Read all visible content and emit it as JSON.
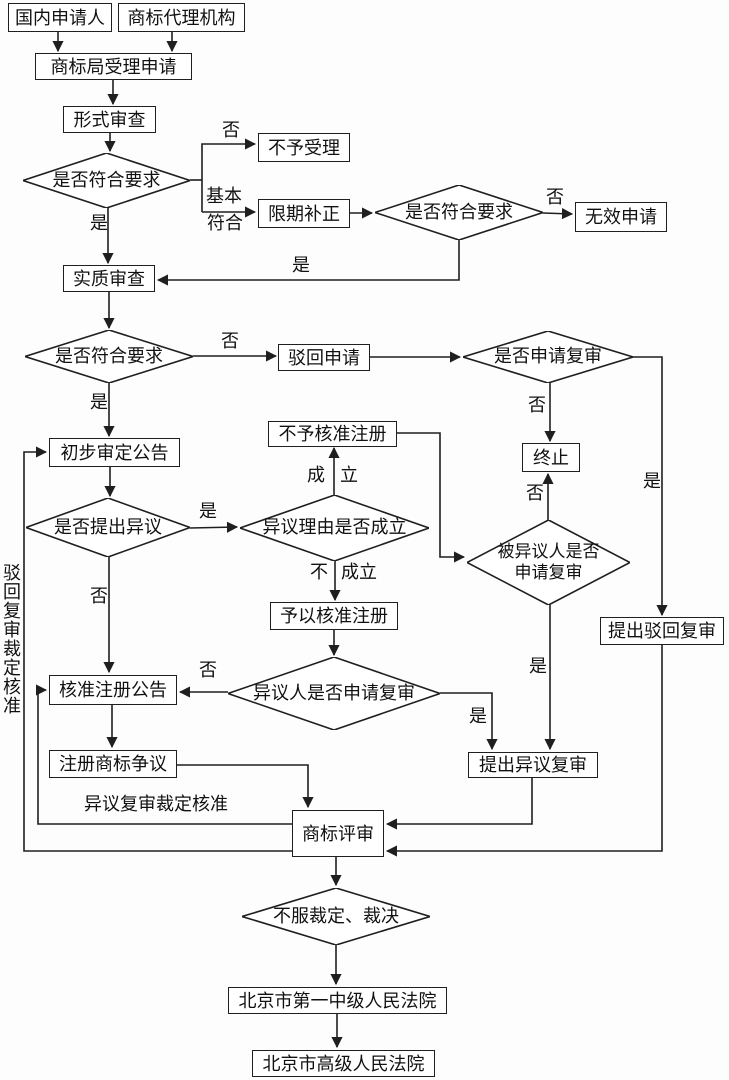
{
  "colors": {
    "line": "#1f1f1f",
    "background": "#ffffff",
    "text": "#111111"
  },
  "nodes": {
    "domestic_applicant": "国内申请人",
    "trademark_agency": "商标代理机构",
    "office_accepts": "商标局受理申请",
    "formal_examination": "形式审查",
    "not_accepted": "不予受理",
    "correction_within_time": "限期补正",
    "invalid_application": "无效申请",
    "substantive_examination": "实质审查",
    "reject_application": "驳回申请",
    "terminate": "终止",
    "preliminary_publication": "初步审定公告",
    "registration_not_approved": "不予核准注册",
    "registration_approved": "予以核准注册",
    "registration_publication": "核准注册公告",
    "registered_trademark_dispute": "注册商标争议",
    "file_opposition_review": "提出异议复审",
    "file_rejection_review": "提出驳回复审",
    "trademark_review": "商标评审",
    "first_intermediate_court": "北京市第一中级人民法院",
    "high_court": "北京市高级人民法院"
  },
  "decisions": {
    "formal_ok": "是否符合要求",
    "correction_ok": "是否符合要求",
    "substantive_ok": "是否符合要求",
    "apply_review": "是否申请复审",
    "opposition_raised": "是否提出异议",
    "opposition_grounds": "异议理由是否成立",
    "opposed_party_review": "被异议人是否\n申请复审",
    "opponent_review": "异议人是否申请复审",
    "dissatisfied": "不服裁定、裁决"
  },
  "edge_labels": {
    "yes": "是",
    "no": "否",
    "basically": [
      "基本",
      "符合"
    ],
    "established": [
      "成",
      "立"
    ],
    "not_established": [
      "不",
      "成立"
    ],
    "objection_review_ruling_approved": "异议复审裁定核准",
    "rejection_review_ruling_approved": "驳回复审裁定核准"
  }
}
